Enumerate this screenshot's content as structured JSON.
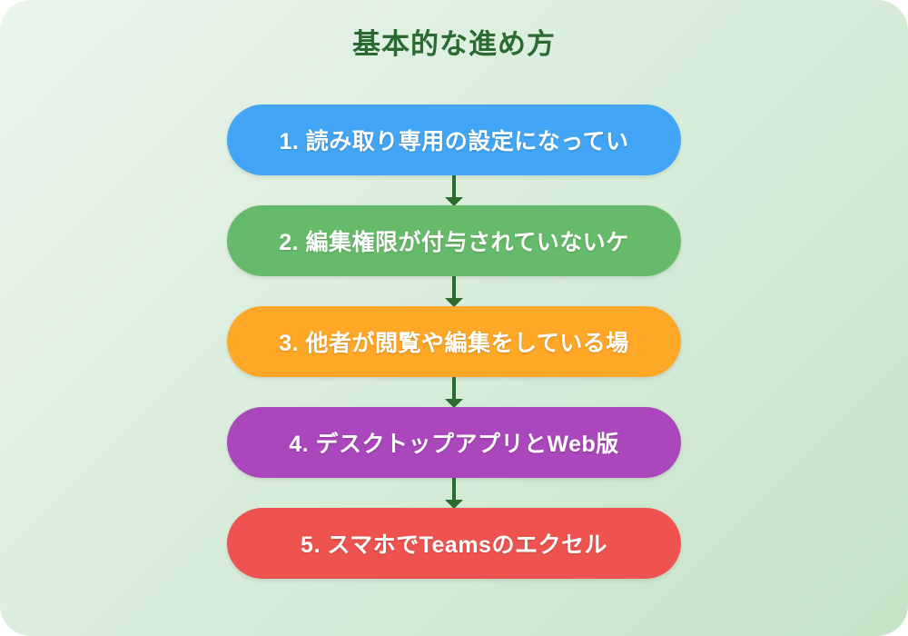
{
  "title": "基本的な進め方",
  "title_color": "#2a6b33",
  "background": {
    "from": "#eaf5ec",
    "to": "#c6e3c8"
  },
  "arrow_color": "#2a6b2e",
  "steps": [
    {
      "label": "1. 読み取り専用の設定になってい",
      "color": "#42a5f5"
    },
    {
      "label": "2. 編集権限が付与されていないケ",
      "color": "#66bb6a"
    },
    {
      "label": "3. 他者が閲覧や編集をしている場",
      "color": "#ffa726"
    },
    {
      "label": "4. デスクトップアプリとWeb版",
      "color": "#ab47bc"
    },
    {
      "label": "5. スマホでTeamsのエクセル",
      "color": "#ef5350"
    }
  ]
}
